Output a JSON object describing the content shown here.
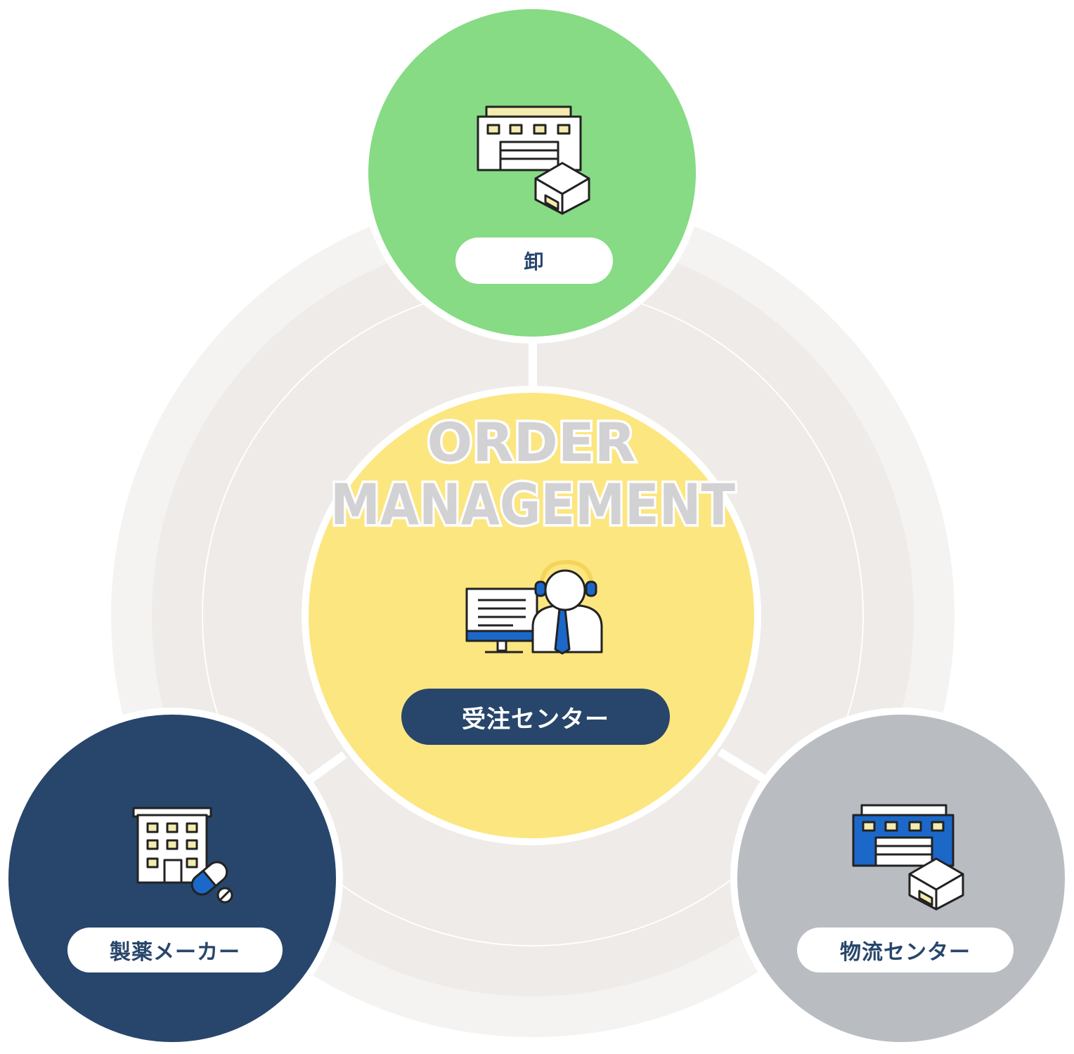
{
  "center": {
    "title_line1": "ORDER",
    "title_line2": "MANAGEMENT",
    "label": "受注センター",
    "icon": "call-center-operator-icon"
  },
  "nodes": {
    "top": {
      "label": "卸",
      "icon": "wholesale-warehouse-icon"
    },
    "left": {
      "label": "製薬メーカー",
      "icon": "pharma-building-icon"
    },
    "right": {
      "label": "物流センター",
      "icon": "logistics-warehouse-icon"
    }
  },
  "colors": {
    "outer_ring": "#f4f3f2",
    "inner_ring": "#eeebe8",
    "center": "#fce680",
    "top_node": "#86db84",
    "left_node": "#28466b",
    "right_node": "#b9bdc1",
    "accent_blue": "#1b68c9",
    "navy": "#28466b"
  }
}
